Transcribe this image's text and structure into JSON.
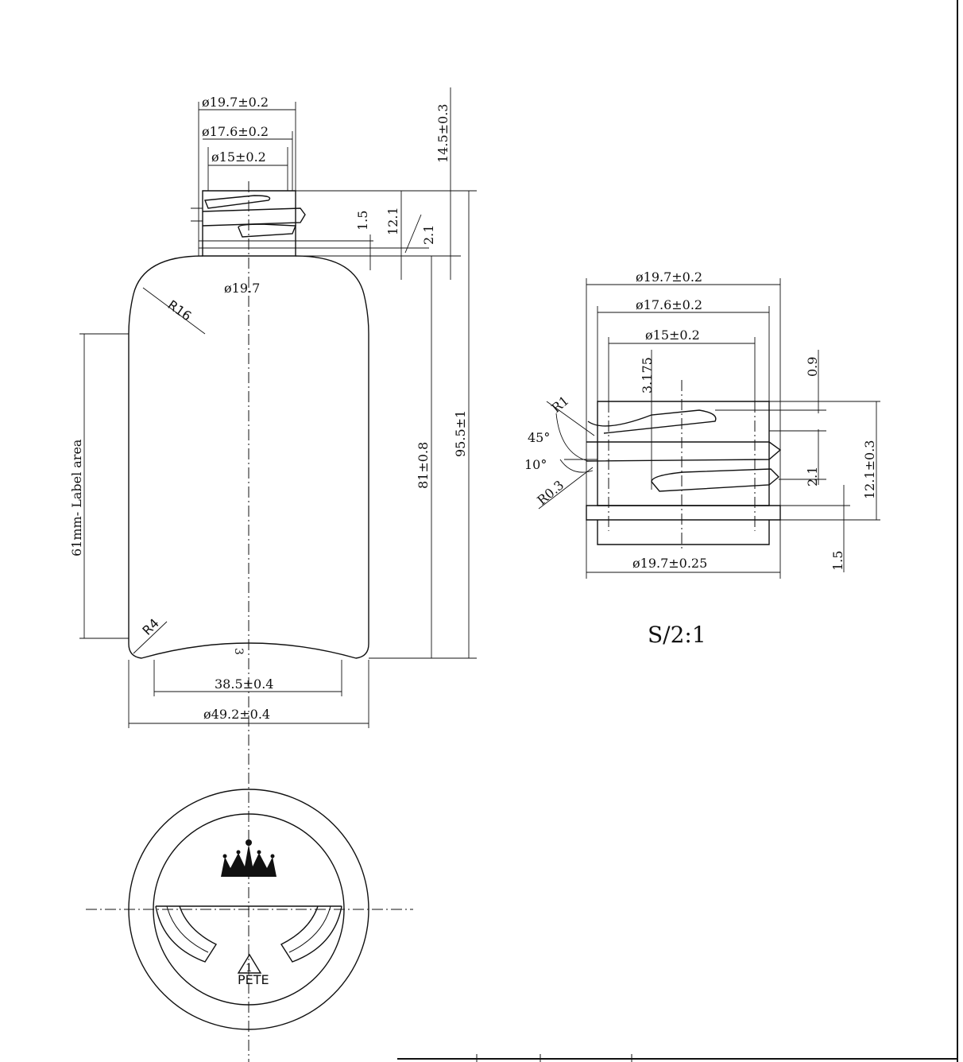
{
  "main_view": {
    "neck_outer_dia": "ø19.7±0.2",
    "neck_mid_dia": "ø17.6±0.2",
    "neck_inner_dia": "ø15±0.2",
    "neck_total_height": "14.5±0.3",
    "thread_gap": "1.5",
    "thread_height": "12.1",
    "thread_pitch": "2.1",
    "shoulder_dia": "ø19.7",
    "shoulder_radius": "R16",
    "label_area": "61mm- Label area",
    "body_height": "81±0.8",
    "total_height": "95.5±1",
    "base_radius": "R4",
    "base_depth": "3",
    "base_width": "38.5±0.4",
    "body_dia": "ø49.2±0.4"
  },
  "bottom_view": {
    "recycle_code": "PETE"
  },
  "detail_view": {
    "outer_dia": "ø19.7±0.2",
    "mid_dia": "ø17.6±0.2",
    "inner_dia": "ø15±0.2",
    "thread_depth": "3.175",
    "lip_height": "0.9",
    "radius_top": "R1",
    "angle_top": "45°",
    "angle_bottom": "10°",
    "radius_bottom": "R0.3",
    "pitch": "2.1",
    "thread_height": "12.1±0.3",
    "ring_height": "1.5",
    "ring_dia": "ø19.7±0.25",
    "scale": "S/2:1"
  }
}
